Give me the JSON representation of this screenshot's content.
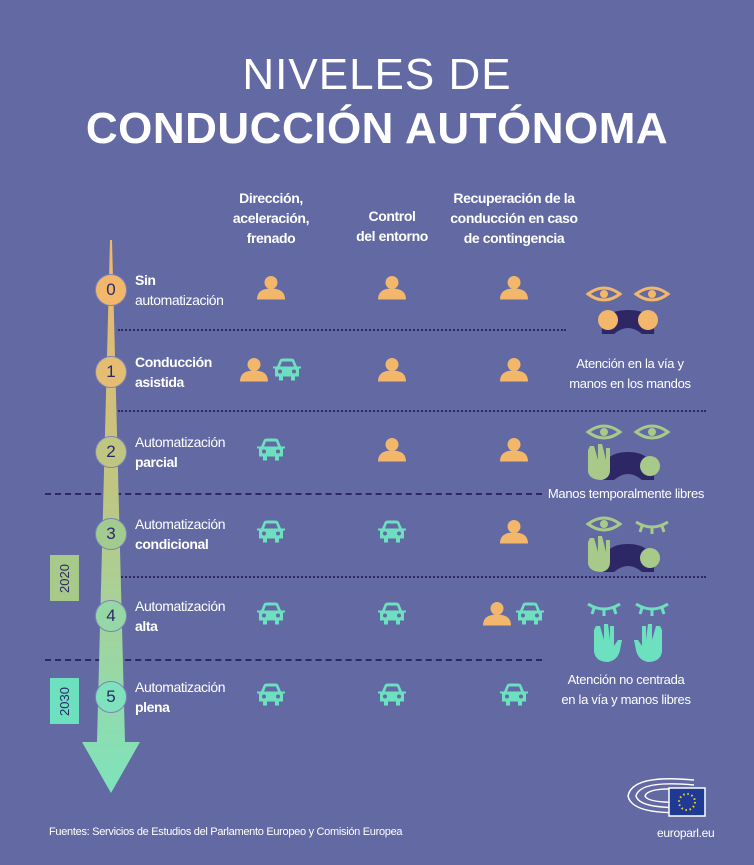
{
  "title": {
    "line1": "NIVELES DE",
    "line2": "CONDUCCIÓN AUTÓNOMA"
  },
  "columns": [
    {
      "lines": [
        "Dirección,",
        "aceleración,",
        "frenado"
      ]
    },
    {
      "lines": [
        "Control",
        "del entorno"
      ]
    },
    {
      "lines": [
        "Recuperación de la",
        "conducción en caso",
        "de contingencia"
      ]
    }
  ],
  "levels": [
    {
      "num": "0",
      "line1": "Sin",
      "line2": "automatización",
      "bold": 1,
      "color": "#f2b76a",
      "cells": [
        [
          "person"
        ],
        [
          "person"
        ],
        [
          "person"
        ]
      ]
    },
    {
      "num": "1",
      "line1": "Conducción",
      "line2": "asistida",
      "bold": 3,
      "color": "#e4bd72",
      "cells": [
        [
          "person",
          "car"
        ],
        [
          "person"
        ],
        [
          "person"
        ]
      ]
    },
    {
      "num": "2",
      "line1": "Automatización",
      "line2": "parcial",
      "bold": 2,
      "color": "#bfc682",
      "cells": [
        [
          "car"
        ],
        [
          "person"
        ],
        [
          "person"
        ]
      ]
    },
    {
      "num": "3",
      "line1": "Automatización",
      "line2": "condicional",
      "bold": 2,
      "color": "#a2cc8f",
      "cells": [
        [
          "car"
        ],
        [
          "car"
        ],
        [
          "person"
        ]
      ]
    },
    {
      "num": "4",
      "line1": "Automatización",
      "line2": "alta",
      "bold": 2,
      "color": "#95d8a6",
      "cells": [
        [
          "car"
        ],
        [
          "car"
        ],
        [
          "person",
          "car"
        ]
      ]
    },
    {
      "num": "5",
      "line1": "Automatización",
      "line2": "plena",
      "bold": 2,
      "color": "#7ee3bd",
      "cells": [
        [
          "car"
        ],
        [
          "car"
        ],
        [
          "car"
        ]
      ]
    }
  ],
  "years": [
    "2020",
    "2030"
  ],
  "captions": [
    {
      "lines": [
        "Atención en la vía y",
        "manos en los mandos"
      ]
    },
    {
      "lines": [
        "Manos temporalmente libres"
      ]
    },
    {
      "lines": [
        "Atención no centrada",
        "en la vía y manos libres"
      ]
    }
  ],
  "footer": {
    "sources": "Fuentes: Servicios de Estudios del Parlamento Europeo y Comisión Europea",
    "site": "europarl.eu"
  },
  "colors": {
    "background": "#6269a3",
    "person": "#f2b76a",
    "car": "#6de0c0",
    "green": "#a7c98a",
    "dark": "#2e2766"
  }
}
